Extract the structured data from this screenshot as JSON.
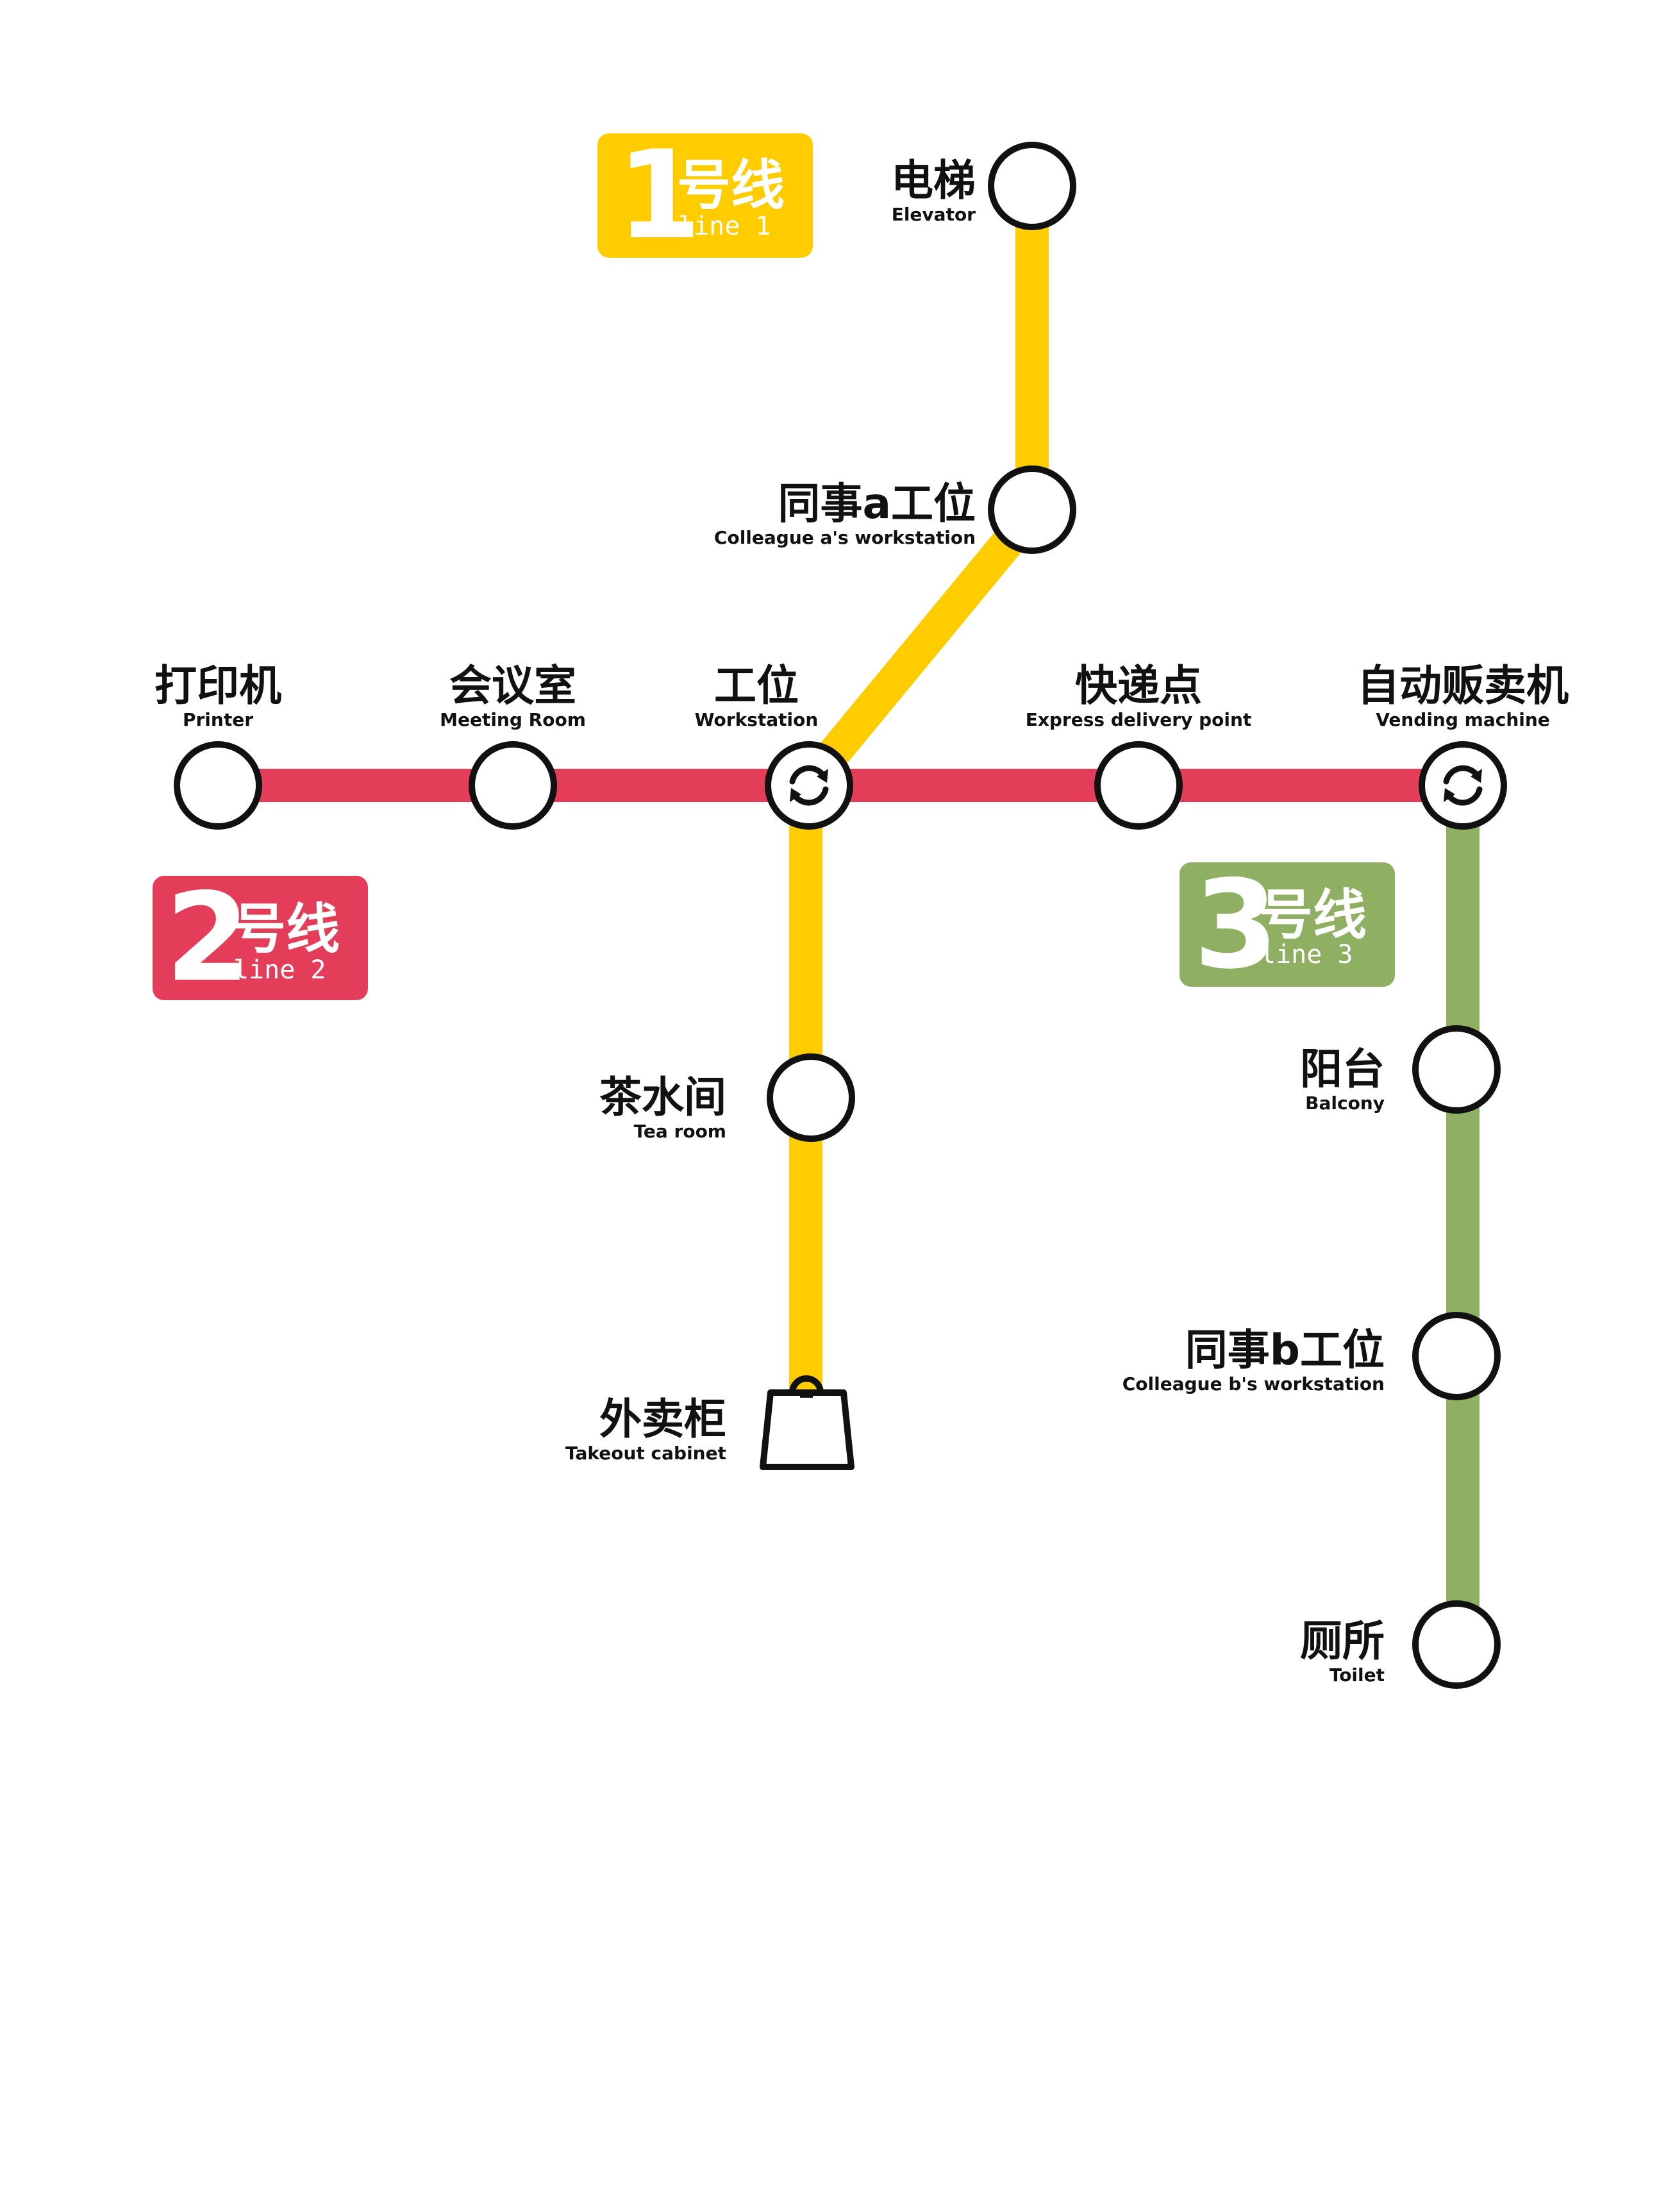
{
  "colors": {
    "line1": "#FFCC00",
    "line2": "#E43D5A",
    "line3": "#8FAF62",
    "station_stroke": "#111111",
    "station_fill": "#ffffff"
  },
  "lines": [
    {
      "id": "line1",
      "number": "1",
      "name_zh": "号线",
      "name_en": "line 1"
    },
    {
      "id": "line2",
      "number": "2",
      "name_zh": "号线",
      "name_en": "line 2"
    },
    {
      "id": "line3",
      "number": "3",
      "name_zh": "号线",
      "name_en": "line 3"
    }
  ],
  "stations": [
    {
      "id": "elevator",
      "zh": "电梯",
      "en": "Elevator",
      "type": "station",
      "lines": [
        "line1"
      ]
    },
    {
      "id": "colleague-a",
      "zh": "同事a工位",
      "en": "Colleague a's workstation",
      "type": "station",
      "lines": [
        "line1"
      ]
    },
    {
      "id": "printer",
      "zh": "打印机",
      "en": "Printer",
      "type": "station",
      "lines": [
        "line2"
      ]
    },
    {
      "id": "meeting-room",
      "zh": "会议室",
      "en": "Meeting Room",
      "type": "station",
      "lines": [
        "line2"
      ]
    },
    {
      "id": "workstation",
      "zh": "工位",
      "en": "Workstation",
      "type": "interchange",
      "lines": [
        "line1",
        "line2"
      ]
    },
    {
      "id": "express",
      "zh": "快递点",
      "en": "Express delivery point",
      "type": "station",
      "lines": [
        "line2"
      ]
    },
    {
      "id": "vending",
      "zh": "自动贩卖机",
      "en": "Vending machine",
      "type": "interchange",
      "lines": [
        "line2",
        "line3"
      ]
    },
    {
      "id": "tea-room",
      "zh": "茶水间",
      "en": "Tea room",
      "type": "station",
      "lines": [
        "line1"
      ]
    },
    {
      "id": "takeout",
      "zh": "外卖柜",
      "en": "Takeout cabinet",
      "type": "terminal-bag",
      "lines": [
        "line1"
      ]
    },
    {
      "id": "balcony",
      "zh": "阳台",
      "en": "Balcony",
      "type": "station",
      "lines": [
        "line3"
      ]
    },
    {
      "id": "colleague-b",
      "zh": "同事b工位",
      "en": "Colleague b's workstation",
      "type": "station",
      "lines": [
        "line3"
      ]
    },
    {
      "id": "toilet",
      "zh": "厕所",
      "en": "Toilet",
      "type": "station",
      "lines": [
        "line3"
      ]
    }
  ]
}
